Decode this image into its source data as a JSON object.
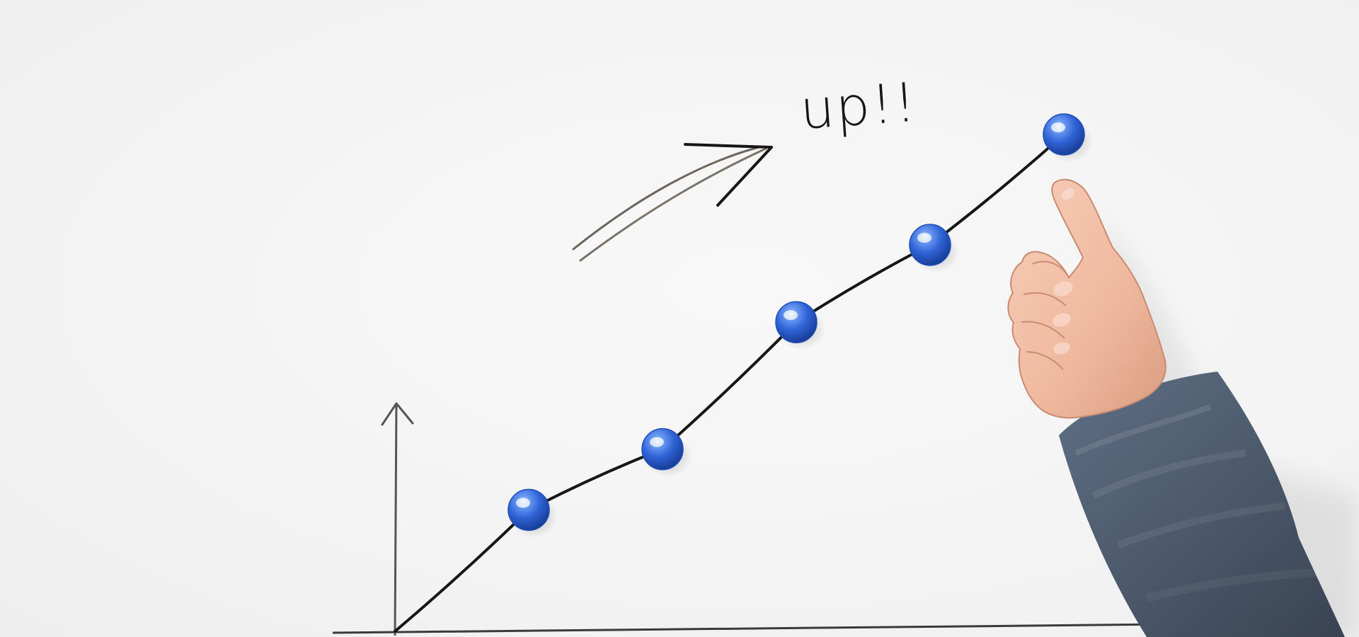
{
  "annotation": {
    "text": "up!!"
  },
  "colors": {
    "background": "#f4f4f4",
    "ink": "#161616",
    "pin_blue": "#2f63d6",
    "sleeve": "#4f5e70",
    "skin": "#efb89d"
  },
  "icons": {
    "axis_arrow": "up-arrow-icon",
    "trend_arrow": "trend-arrow-icon",
    "pin": "magnet-pin-icon"
  },
  "chart_data": {
    "type": "line",
    "points": [
      {
        "x": 0,
        "y": 0
      },
      {
        "x": 1,
        "y": 2.2
      },
      {
        "x": 2,
        "y": 3.3
      },
      {
        "x": 3,
        "y": 5.6
      },
      {
        "x": 4,
        "y": 7.0
      },
      {
        "x": 5,
        "y": 9.0
      }
    ],
    "markers_on_points": [
      1,
      2,
      3,
      4,
      5
    ],
    "axes_unlabeled": true
  }
}
